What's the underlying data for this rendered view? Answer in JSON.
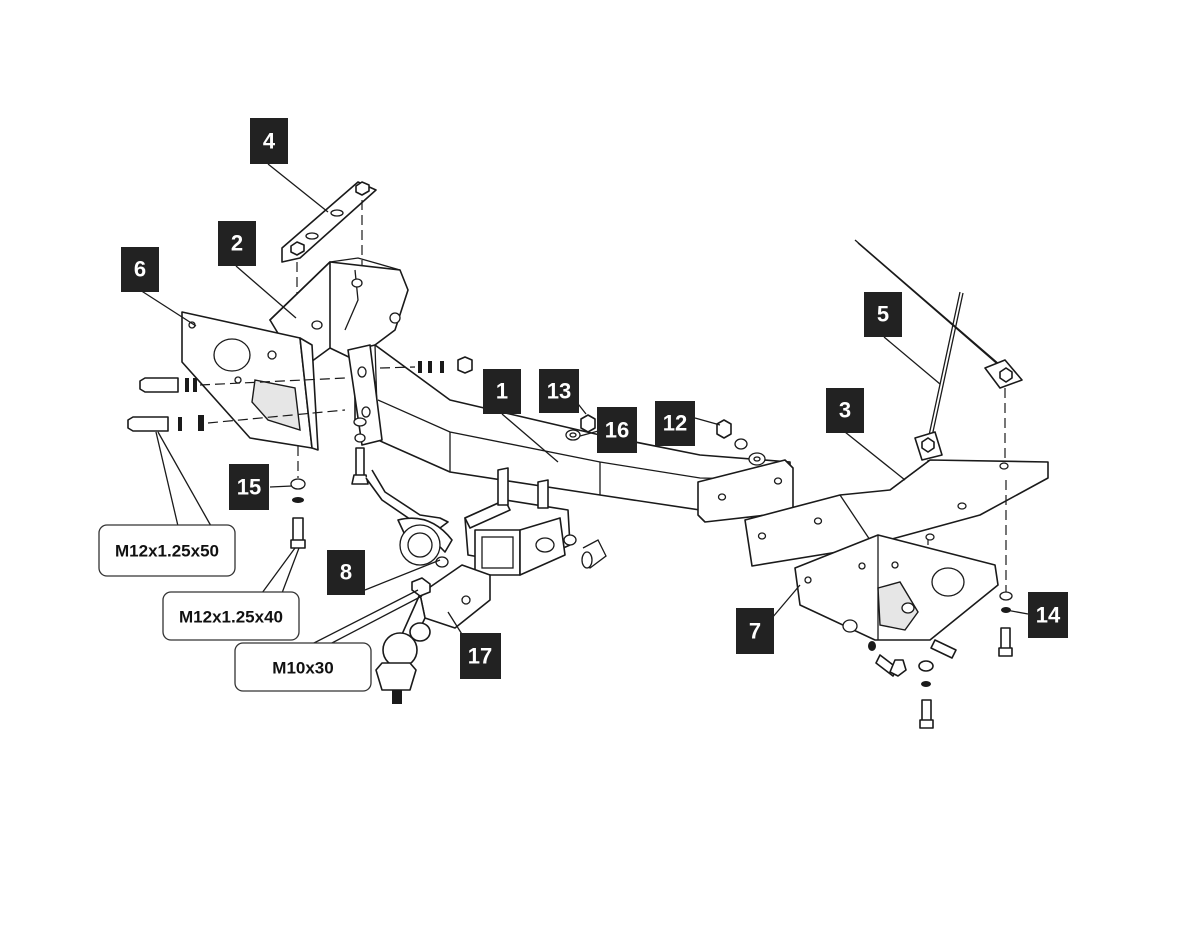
{
  "part_labels": {
    "p1": "1",
    "p2": "2",
    "p3": "3",
    "p4": "4",
    "p5": "5",
    "p6": "6",
    "p7": "7",
    "p8": "8",
    "p12": "12",
    "p13": "13",
    "p14": "14",
    "p15": "15",
    "p16": "16",
    "p17": "17"
  },
  "bolt_callouts": {
    "c1": "M12x1.25x50",
    "c2": "M12x1.25x40",
    "c3": "M10x30"
  },
  "colors": {
    "badge": "#222222",
    "badge_text": "#ffffff",
    "line": "#1a1a1a"
  }
}
